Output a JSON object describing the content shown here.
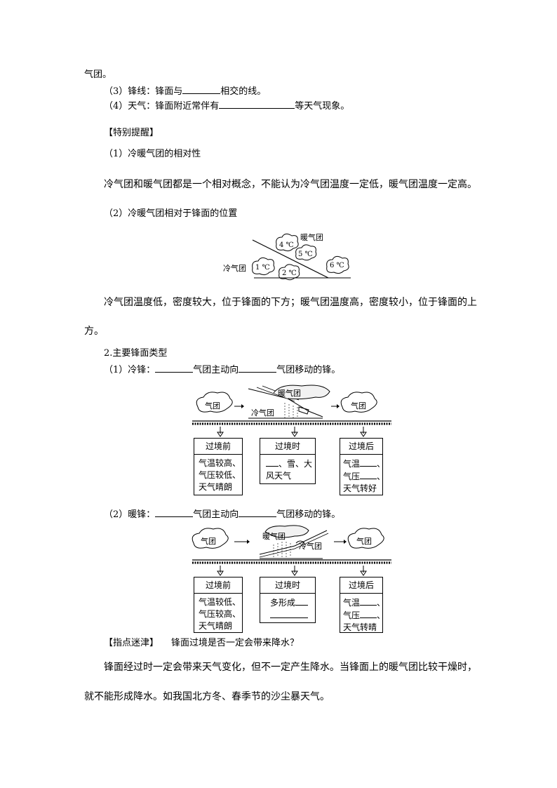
{
  "lines": {
    "l1": "气团。",
    "l2_a": "（3）锋线：锋面与",
    "l2_b": "相交的线。",
    "l3_a": "（4）天气：锋面附近常伴有",
    "l3_b": "等天气现象。",
    "tip_title": "【特别提醒】",
    "tip1": "（1）冷暖气团的相对性",
    "tip1_body": "冷气团和暖气团都是一个相对概念，不能认为冷气团温度一定低，暖气团温度一定高。",
    "tip2": "（2）冷暖气团相对于锋面的位置",
    "pos_body_1": "冷气团温度低，密度较大，位于锋面的下方；暖气团温度高，密度较小，位于锋面的上",
    "pos_body_2": "方。",
    "sec2": "2.主要锋面类型",
    "cold_a": "（1）冷锋：",
    "cold_b": "气团主动向",
    "cold_c": "气团移动的锋。",
    "warm_a": "（2）暖锋：",
    "warm_b": "气团主动向",
    "warm_c": "气团移动的锋。",
    "hint_title": "【指点迷津】",
    "hint_q": "锋面过境是否一定会带来降水？",
    "hint_body_1": "锋面经过时一定会带来天气变化，但不一定产生降水。当锋面上的暖气团比较干燥时，",
    "hint_body_2": "就不能形成降水。如我国北方冬、春季节的沙尘暴天气。"
  },
  "diagram1": {
    "warm_label": "暖气团",
    "cold_label": "冷气团",
    "temps": [
      "4 ℃",
      "5 ℃",
      "1 ℃",
      "2 ℃",
      "6 ℃"
    ]
  },
  "cold_front": {
    "cloud_left": "气团",
    "cloud_right": "气团",
    "warm_label": "暖气团",
    "cold_label": "冷气团",
    "box1": {
      "title": "过境前",
      "lines": [
        "气温较高、",
        "气压较低、",
        "天气晴朗"
      ]
    },
    "box2": {
      "title": "过境时",
      "l1_suffix": "、雪、大",
      "l2": "风天气"
    },
    "box3": {
      "title": "过境后",
      "l1": "气温",
      "l2": "气压",
      "l3": "天气转好",
      "sep": "、"
    }
  },
  "warm_front": {
    "cloud_left": "气团",
    "cloud_right": "气团",
    "warm_label": "暖气团",
    "cold_label": "冷气团",
    "box1": {
      "title": "过境前",
      "lines": [
        "气温较低、",
        "气压较高、",
        "天气晴朗"
      ]
    },
    "box2": {
      "title": "过境时",
      "l1": "多形成"
    },
    "box3": {
      "title": "过境后",
      "l1": "气温",
      "l2": "气压",
      "l3": "天气转晴",
      "sep": "、"
    }
  }
}
